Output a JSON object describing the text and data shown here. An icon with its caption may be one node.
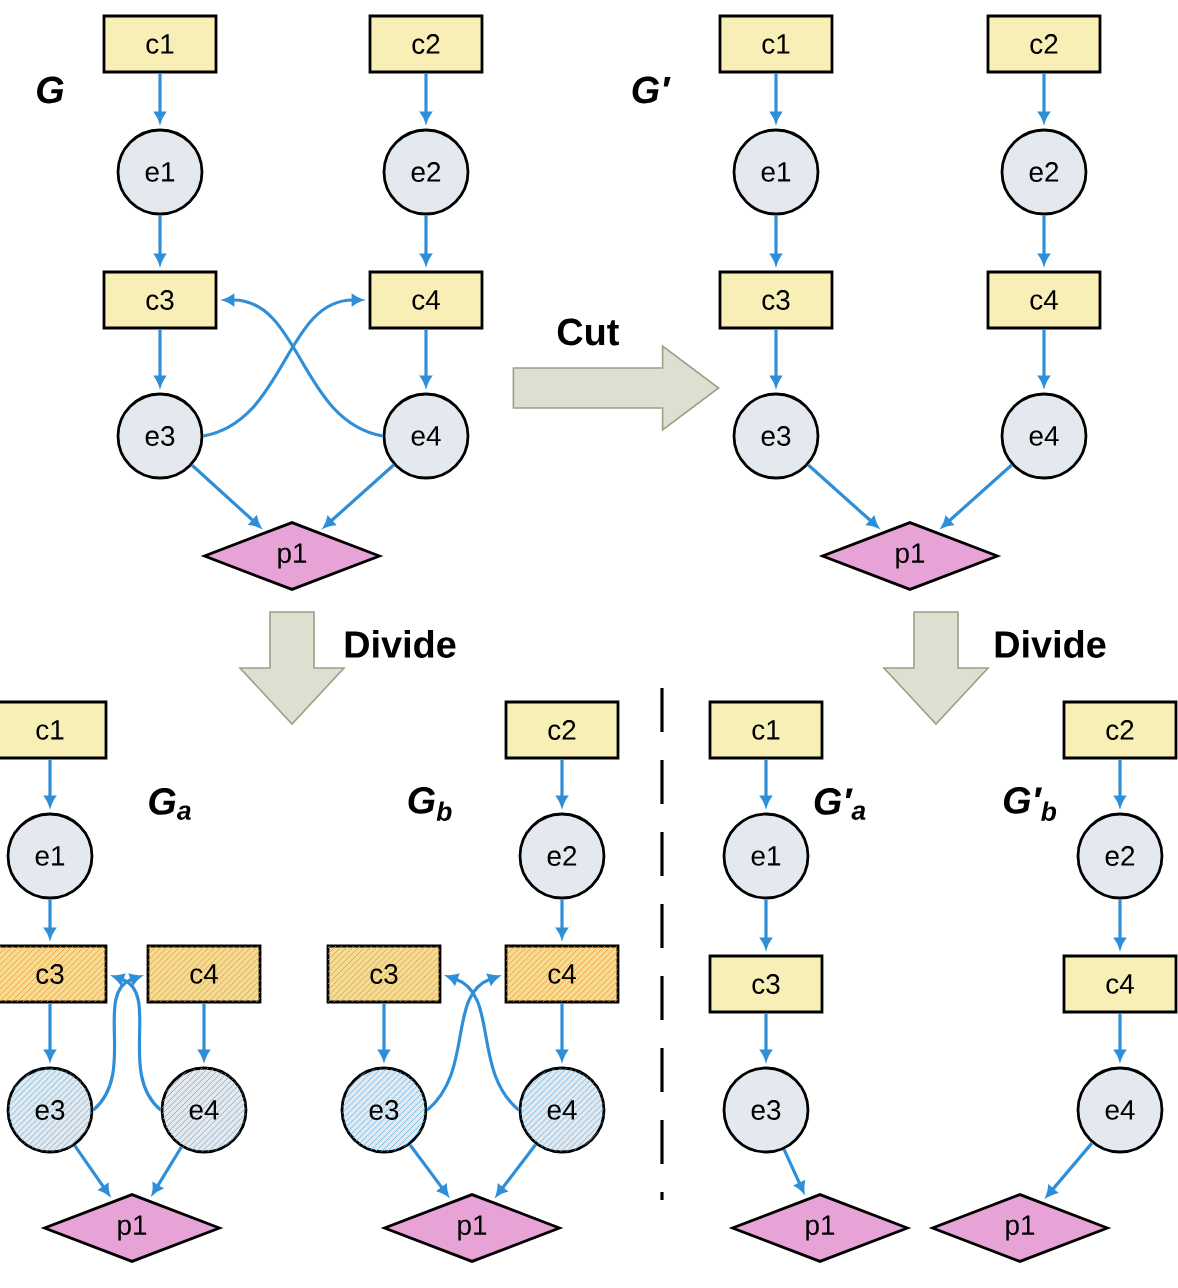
{
  "diagram": {
    "nodes": [
      {
        "text": [
          "c1"
        ]
      },
      {
        "text": [
          "c2"
        ]
      },
      {
        "text": [
          "e1"
        ]
      },
      {
        "text": [
          "e2"
        ]
      },
      {
        "text": [
          "c3"
        ]
      },
      {
        "text": [
          "c4"
        ]
      },
      {
        "text": [
          "e3"
        ]
      },
      {
        "text": [
          "e4"
        ]
      },
      {
        "text": [
          "p1"
        ]
      },
      {
        "text": [
          "c1"
        ]
      },
      {
        "text": [
          "c2"
        ]
      },
      {
        "text": [
          "e1"
        ]
      },
      {
        "text": [
          "e2"
        ]
      },
      {
        "text": [
          "c3"
        ]
      },
      {
        "text": [
          "c4"
        ]
      },
      {
        "text": [
          "e3"
        ]
      },
      {
        "text": [
          "e4"
        ]
      },
      {
        "text": [
          "p1"
        ]
      },
      {
        "text": [
          "c1"
        ]
      },
      {
        "text": [
          "e1"
        ]
      },
      {
        "text": [
          "c3"
        ]
      },
      {
        "text": [
          "c4"
        ]
      },
      {
        "text": [
          "e3"
        ]
      },
      {
        "text": [
          "e4"
        ]
      },
      {
        "text": [
          "p1"
        ]
      },
      {
        "text": [
          "c2"
        ]
      },
      {
        "text": [
          "e2"
        ]
      },
      {
        "text": [
          "c3"
        ]
      },
      {
        "text": [
          "c4"
        ]
      },
      {
        "text": [
          "e3"
        ]
      },
      {
        "text": [
          "e4"
        ]
      },
      {
        "text": [
          "p1"
        ]
      },
      {
        "text": [
          "c1"
        ]
      },
      {
        "text": [
          "e1"
        ]
      },
      {
        "text": [
          "c3"
        ]
      },
      {
        "text": [
          "e3"
        ]
      },
      {
        "text": [
          "p1"
        ]
      },
      {
        "text": [
          "c2"
        ]
      },
      {
        "text": [
          "e2"
        ]
      },
      {
        "text": [
          "c4"
        ]
      },
      {
        "text": [
          "e4"
        ]
      },
      {
        "text": [
          "p1"
        ]
      }
    ],
    "edges": [
      {
        "from": 0,
        "to": 2,
        "arrow": "to"
      },
      {
        "from": 2,
        "to": 4,
        "arrow": "to"
      },
      {
        "from": 4,
        "to": 6,
        "arrow": "to"
      },
      {
        "from": 6,
        "to": 8,
        "arrow": "to"
      },
      {
        "from": 1,
        "to": 3,
        "arrow": "to"
      },
      {
        "from": 3,
        "to": 5,
        "arrow": "to"
      },
      {
        "from": 5,
        "to": 7,
        "arrow": "to"
      },
      {
        "from": 7,
        "to": 8,
        "arrow": "to"
      },
      {
        "from": 6,
        "to": 5,
        "arrow": "to"
      },
      {
        "from": 7,
        "to": 4,
        "arrow": "to"
      },
      {
        "from": 9,
        "to": 11,
        "arrow": "to"
      },
      {
        "from": 11,
        "to": 13,
        "arrow": "to"
      },
      {
        "from": 13,
        "to": 15,
        "arrow": "to"
      },
      {
        "from": 15,
        "to": 17,
        "arrow": "to"
      },
      {
        "from": 10,
        "to": 12,
        "arrow": "to"
      },
      {
        "from": 12,
        "to": 14,
        "arrow": "to"
      },
      {
        "from": 14,
        "to": 16,
        "arrow": "to"
      },
      {
        "from": 16,
        "to": 17,
        "arrow": "to"
      },
      {
        "from": 18,
        "to": 19,
        "arrow": "to"
      },
      {
        "from": 19,
        "to": 20,
        "arrow": "to"
      },
      {
        "from": 20,
        "to": 22,
        "arrow": "to"
      },
      {
        "from": 21,
        "to": 23,
        "arrow": "to"
      },
      {
        "from": 22,
        "to": 21,
        "arrow": "to"
      },
      {
        "from": 23,
        "to": 20,
        "arrow": "to"
      },
      {
        "from": 22,
        "to": 24,
        "arrow": "to"
      },
      {
        "from": 23,
        "to": 24,
        "arrow": "to"
      },
      {
        "from": 25,
        "to": 26,
        "arrow": "to"
      },
      {
        "from": 26,
        "to": 28,
        "arrow": "to"
      },
      {
        "from": 27,
        "to": 29,
        "arrow": "to"
      },
      {
        "from": 28,
        "to": 30,
        "arrow": "to"
      },
      {
        "from": 29,
        "to": 28,
        "arrow": "to"
      },
      {
        "from": 30,
        "to": 27,
        "arrow": "to"
      },
      {
        "from": 29,
        "to": 31,
        "arrow": "to"
      },
      {
        "from": 30,
        "to": 31,
        "arrow": "to"
      },
      {
        "from": 32,
        "to": 33,
        "arrow": "to"
      },
      {
        "from": 33,
        "to": 34,
        "arrow": "to"
      },
      {
        "from": 34,
        "to": 35,
        "arrow": "to"
      },
      {
        "from": 35,
        "to": 36,
        "arrow": "to"
      },
      {
        "from": 37,
        "to": 38,
        "arrow": "to"
      },
      {
        "from": 38,
        "to": 39,
        "arrow": "to"
      },
      {
        "from": 39,
        "to": 40,
        "arrow": "to"
      },
      {
        "from": 40,
        "to": 41,
        "arrow": "to"
      },
      {
        "from": 7,
        "to": 15,
        "arrow": "to",
        "label": "Cut"
      }
    ],
    "labels": [
      "G",
      "G′",
      "Divide",
      "Divide",
      "G$_{a}$",
      "G$_{b}$",
      "G′$_{a}$",
      "G′$_{b}$"
    ]
  }
}
